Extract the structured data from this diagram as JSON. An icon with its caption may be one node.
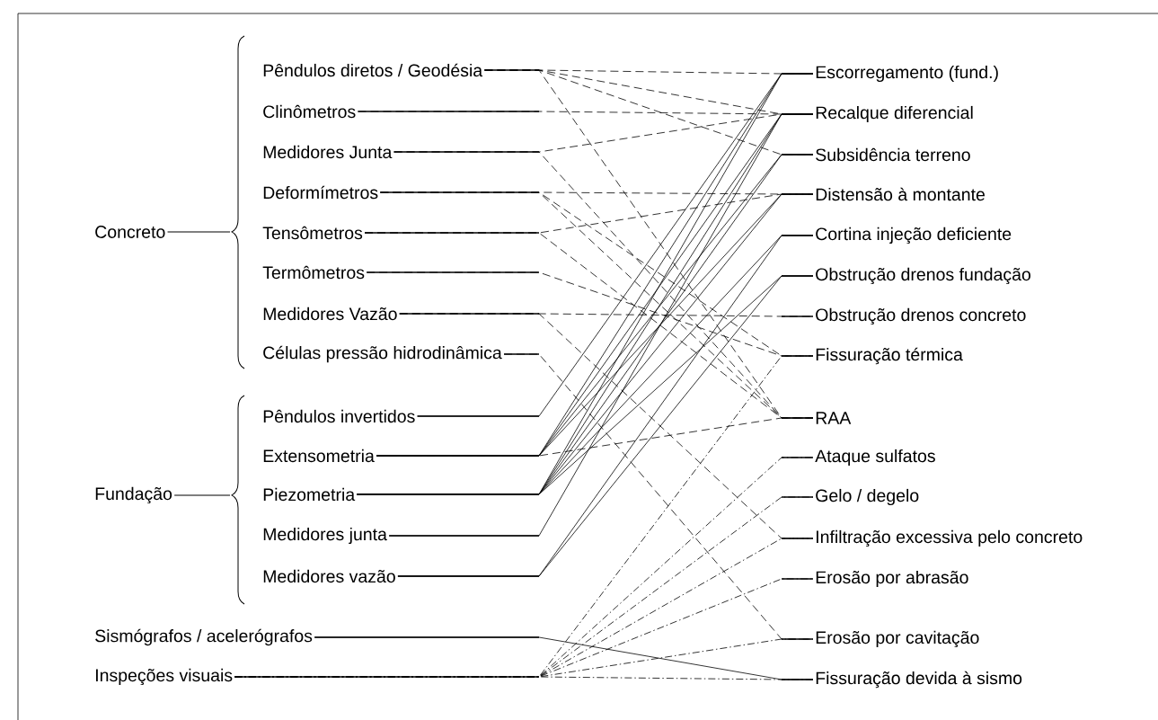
{
  "diagram": {
    "nodes": [
      {
        "text": [
          "Concreto"
        ]
      },
      {
        "text": [
          "Pêndulos diretos / Geodésia"
        ]
      },
      {
        "text": [
          "Clinômetros"
        ]
      },
      {
        "text": [
          "Medidores Junta"
        ]
      },
      {
        "text": [
          "Deformímetros"
        ]
      },
      {
        "text": [
          "Tensômetros"
        ]
      },
      {
        "text": [
          "Termômetros"
        ]
      },
      {
        "text": [
          "Medidores Vazão"
        ]
      },
      {
        "text": [
          "Células pressão hidrodinâmica"
        ]
      },
      {
        "text": [
          "Fundação"
        ]
      },
      {
        "text": [
          "Pêndulos invertidos"
        ]
      },
      {
        "text": [
          "Extensometria"
        ]
      },
      {
        "text": [
          "Piezometria"
        ]
      },
      {
        "text": [
          "Medidores junta"
        ]
      },
      {
        "text": [
          "Medidores vazão"
        ]
      },
      {
        "text": [
          "Sismógrafos / acelerógrafos"
        ]
      },
      {
        "text": [
          "Inspeções visuais"
        ]
      },
      {
        "text": [
          "Escorregamento (fund.)"
        ]
      },
      {
        "text": [
          "Recalque diferencial"
        ]
      },
      {
        "text": [
          "Subsidência terreno"
        ]
      },
      {
        "text": [
          "Distensão à montante"
        ]
      },
      {
        "text": [
          "Cortina injeção deficiente"
        ]
      },
      {
        "text": [
          "Obstrução drenos fundação"
        ]
      },
      {
        "text": [
          "Obstrução drenos concreto"
        ]
      },
      {
        "text": [
          "Fissuração térmica"
        ]
      },
      {
        "text": [
          "RAA"
        ]
      },
      {
        "text": [
          "Ataque sulfatos"
        ]
      },
      {
        "text": [
          "Gelo / degelo"
        ]
      },
      {
        "text": [
          "Infiltração excessiva pelo concreto"
        ]
      },
      {
        "text": [
          "Erosão por abrasão"
        ]
      },
      {
        "text": [
          "Erosão por cavitação"
        ]
      },
      {
        "text": [
          "Fissuração devida à sismo"
        ]
      }
    ],
    "edges": [
      {
        "from": 1,
        "to": 17,
        "arrow": "none",
        "style": "dashed"
      },
      {
        "from": 1,
        "to": 18,
        "arrow": "none",
        "style": "dashed"
      },
      {
        "from": 1,
        "to": 19,
        "arrow": "none",
        "style": "dashed"
      },
      {
        "from": 1,
        "to": 25,
        "arrow": "none",
        "style": "dashed"
      },
      {
        "from": 2,
        "to": 18,
        "arrow": "none",
        "style": "dashed"
      },
      {
        "from": 3,
        "to": 18,
        "arrow": "none",
        "style": "dashed"
      },
      {
        "from": 3,
        "to": 25,
        "arrow": "none",
        "style": "dashed"
      },
      {
        "from": 4,
        "to": 20,
        "arrow": "none",
        "style": "dashed"
      },
      {
        "from": 4,
        "to": 24,
        "arrow": "none",
        "style": "dashed"
      },
      {
        "from": 4,
        "to": 25,
        "arrow": "none",
        "style": "dashed"
      },
      {
        "from": 5,
        "to": 20,
        "arrow": "none",
        "style": "dashed"
      },
      {
        "from": 5,
        "to": 25,
        "arrow": "none",
        "style": "dashed"
      },
      {
        "from": 6,
        "to": 24,
        "arrow": "none",
        "style": "dashed"
      },
      {
        "from": 7,
        "to": 23,
        "arrow": "none",
        "style": "dashed"
      },
      {
        "from": 7,
        "to": 28,
        "arrow": "none",
        "style": "dashed"
      },
      {
        "from": 8,
        "to": 30,
        "arrow": "none",
        "style": "dashed"
      },
      {
        "from": 10,
        "to": 17,
        "arrow": "none"
      },
      {
        "from": 11,
        "to": 17,
        "arrow": "none"
      },
      {
        "from": 11,
        "to": 18,
        "arrow": "none"
      },
      {
        "from": 11,
        "to": 19,
        "arrow": "none"
      },
      {
        "from": 11,
        "to": 20,
        "arrow": "none"
      },
      {
        "from": 11,
        "to": 25,
        "arrow": "none",
        "style": "dashed"
      },
      {
        "from": 12,
        "to": 17,
        "arrow": "none"
      },
      {
        "from": 12,
        "to": 18,
        "arrow": "none"
      },
      {
        "from": 12,
        "to": 19,
        "arrow": "none"
      },
      {
        "from": 12,
        "to": 20,
        "arrow": "none"
      },
      {
        "from": 12,
        "to": 21,
        "arrow": "none"
      },
      {
        "from": 12,
        "to": 22,
        "arrow": "none"
      },
      {
        "from": 13,
        "to": 18,
        "arrow": "none"
      },
      {
        "from": 14,
        "to": 21,
        "arrow": "none"
      },
      {
        "from": 14,
        "to": 22,
        "arrow": "none"
      },
      {
        "from": 15,
        "to": 31,
        "arrow": "none"
      },
      {
        "from": 16,
        "to": 24,
        "arrow": "none",
        "style": "dashed"
      },
      {
        "from": 16,
        "to": 26,
        "arrow": "none",
        "style": "dashed"
      },
      {
        "from": 16,
        "to": 27,
        "arrow": "none",
        "style": "dashed"
      },
      {
        "from": 16,
        "to": 28,
        "arrow": "none",
        "style": "dashed"
      },
      {
        "from": 16,
        "to": 29,
        "arrow": "none",
        "style": "dashed"
      },
      {
        "from": 16,
        "to": 30,
        "arrow": "none",
        "style": "dashed"
      },
      {
        "from": 16,
        "to": 31,
        "arrow": "none",
        "style": "dashed"
      }
    ]
  }
}
